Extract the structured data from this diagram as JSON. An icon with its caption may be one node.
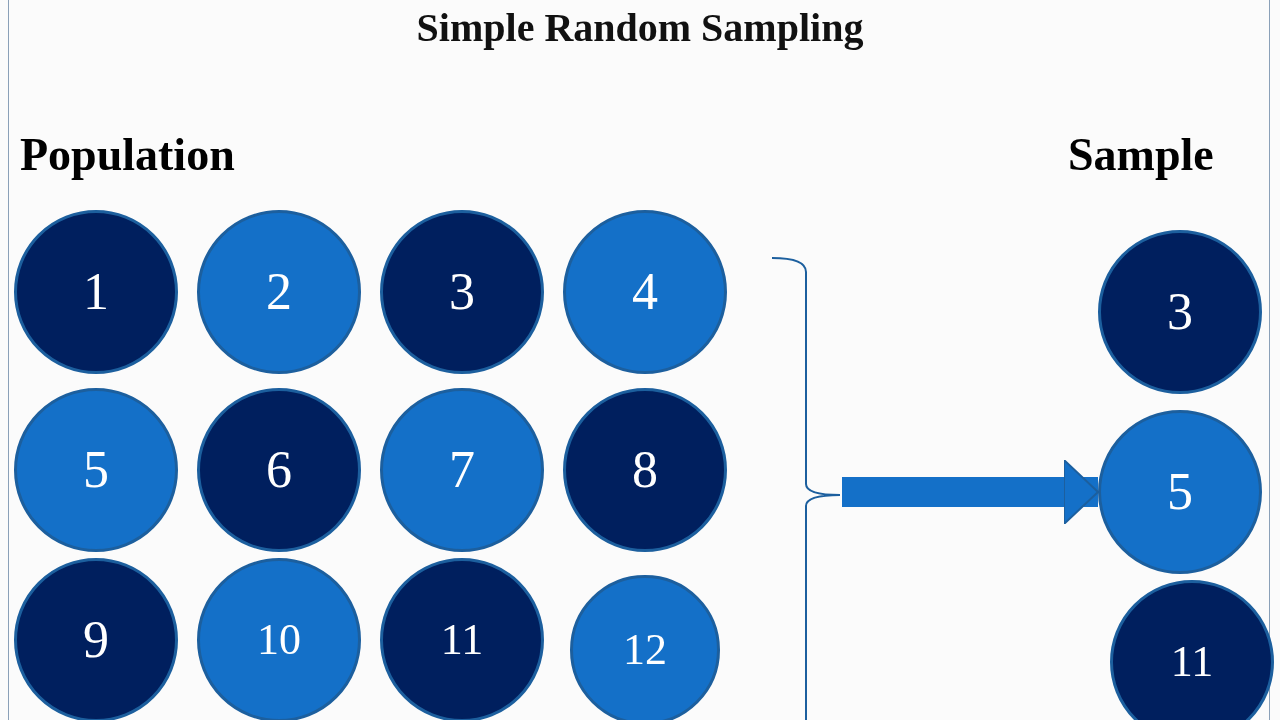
{
  "diagram": {
    "title": "Simple Random Sampling",
    "nodes": [
      {
        "text": [
          "1"
        ]
      },
      {
        "text": [
          "2"
        ]
      },
      {
        "text": [
          "3"
        ]
      },
      {
        "text": [
          "4"
        ]
      },
      {
        "text": [
          "5"
        ]
      },
      {
        "text": [
          "6"
        ]
      },
      {
        "text": [
          "7"
        ]
      },
      {
        "text": [
          "8"
        ]
      },
      {
        "text": [
          "9"
        ]
      },
      {
        "text": [
          "10"
        ]
      },
      {
        "text": [
          "11"
        ]
      },
      {
        "text": [
          "12"
        ]
      },
      {
        "text": [],
        "shape": "bracket"
      },
      {
        "text": [
          "3"
        ]
      },
      {
        "text": [
          "5"
        ]
      },
      {
        "text": [
          "11"
        ]
      }
    ],
    "edges": [
      {
        "from": 12,
        "to": 14,
        "arrow": "to"
      }
    ],
    "labels": [
      "Population",
      "Sample"
    ]
  }
}
